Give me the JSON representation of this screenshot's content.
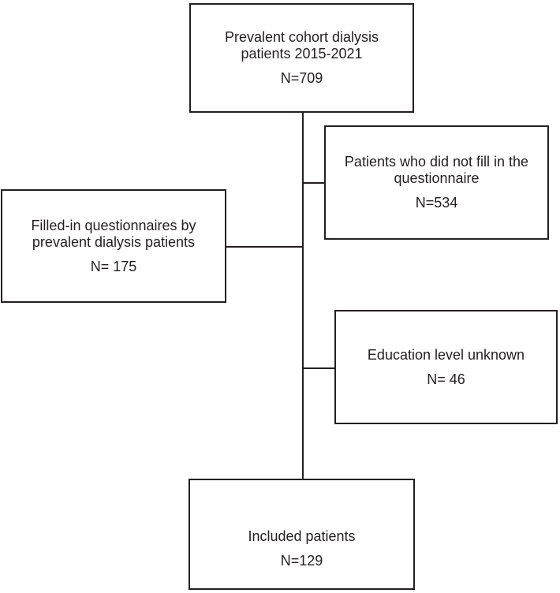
{
  "diagram": {
    "type": "flowchart",
    "colors": {
      "line": "#231f20",
      "text": "#231f20",
      "box_background": "#ffffff",
      "page_background": "#ffffff"
    },
    "nodes": {
      "prevalent_cohort": {
        "label": "Prevalent cohort dialysis\npatients 2015-2021",
        "n": "N=709"
      },
      "no_questionnaire": {
        "label": "Patients who did not fill in the\nquestionnaire",
        "n": "N=534"
      },
      "filled_in": {
        "label": "Filled-in questionnaires by\nprevalent dialysis patients",
        "n": "N= 175"
      },
      "education_unknown": {
        "label": "Education level unknown",
        "n": "N= 46"
      },
      "included": {
        "label": "Included patients",
        "n": "N=129"
      }
    }
  }
}
